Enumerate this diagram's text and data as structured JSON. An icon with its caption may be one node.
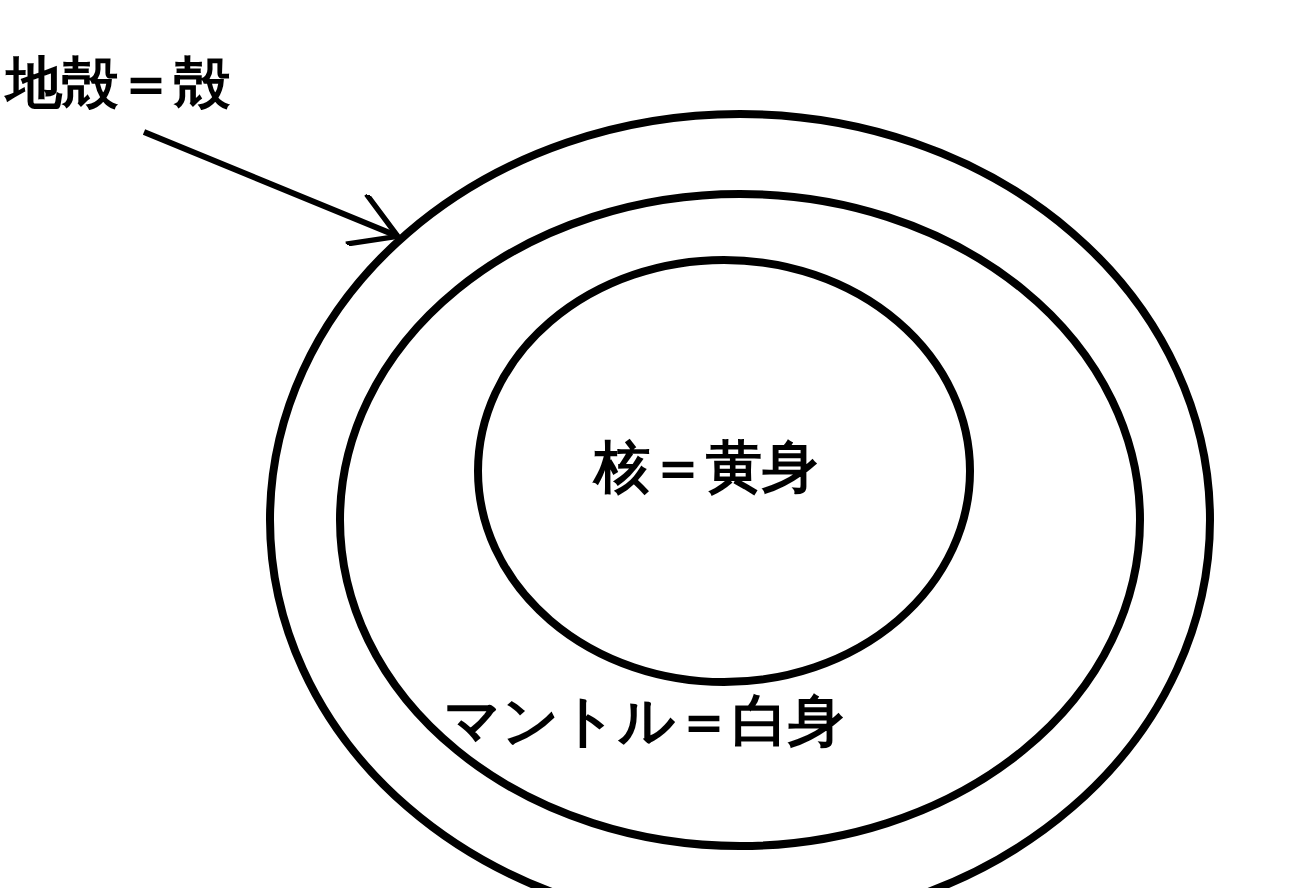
{
  "diagram": {
    "nodes": [
      {
        "text": [
          "地殻＝殻"
        ]
      },
      {
        "text": [],
        "shape": "circle"
      },
      {
        "text": [
          "マントル＝白身"
        ],
        "in": 1
      },
      {
        "text": [
          "核＝黄身"
        ],
        "in": 2
      }
    ],
    "edges": [
      {
        "from": 0,
        "to": 1,
        "arrow": "to"
      }
    ]
  }
}
